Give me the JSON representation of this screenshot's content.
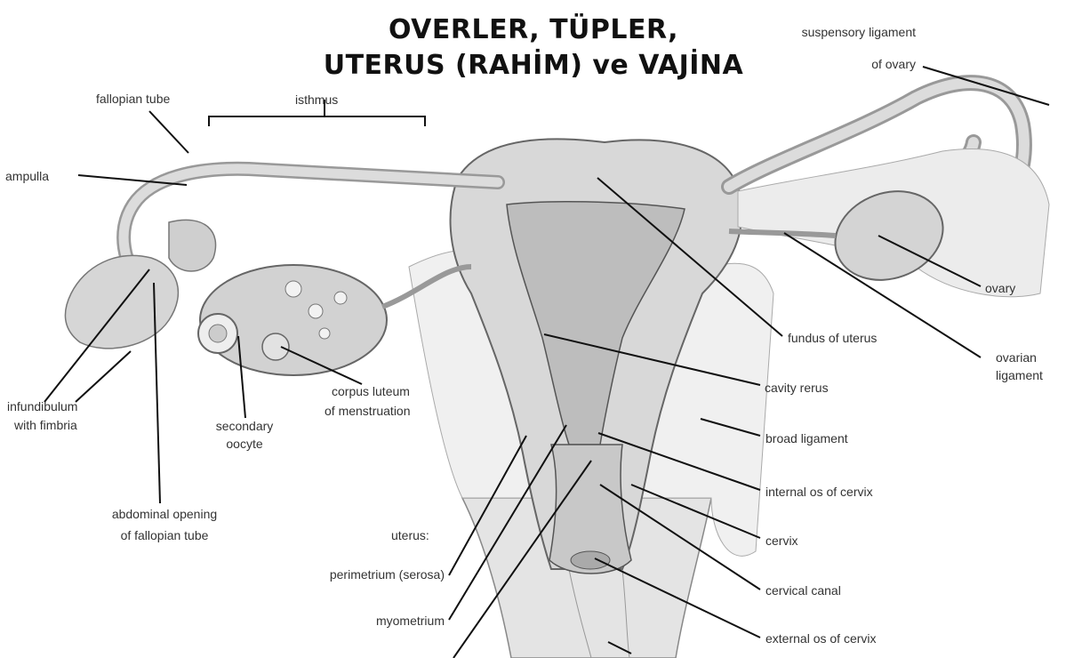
{
  "title": {
    "line1": "OVERLER, TÜPLER,",
    "line2": "UTERUS (RAHİM) ve VAJİNA"
  },
  "labels": {
    "suspensory_line1": "suspensory ligament",
    "suspensory_line2": "of ovary",
    "fallopian_tube": "fallopian tube",
    "isthmus": "isthmus",
    "ampulla": "ampulla",
    "ovary": "ovary",
    "ovarian_line1": "ovarian",
    "ovarian_line2": "ligament",
    "fundus": "fundus of uterus",
    "cavity": "cavity rerus",
    "infundibulum_line1": "infundibulum",
    "infundibulum_line2": "with fimbria",
    "oocyte_line1": "secondary",
    "oocyte_line2": "oocyte",
    "corpus_line1": "corpus luteum",
    "corpus_line2": "of menstruation",
    "broad_ligament": "broad ligament",
    "internal_os": "internal os of cervix",
    "abdominal_line1": "abdominal opening",
    "abdominal_line2": "of fallopian tube",
    "uterus": "uterus:",
    "cervix": "cervix",
    "perimetrium": "perimetrium (serosa)",
    "cervical_canal": "cervical canal",
    "myometrium": "myometrium",
    "external_os": "external os of cervix"
  }
}
